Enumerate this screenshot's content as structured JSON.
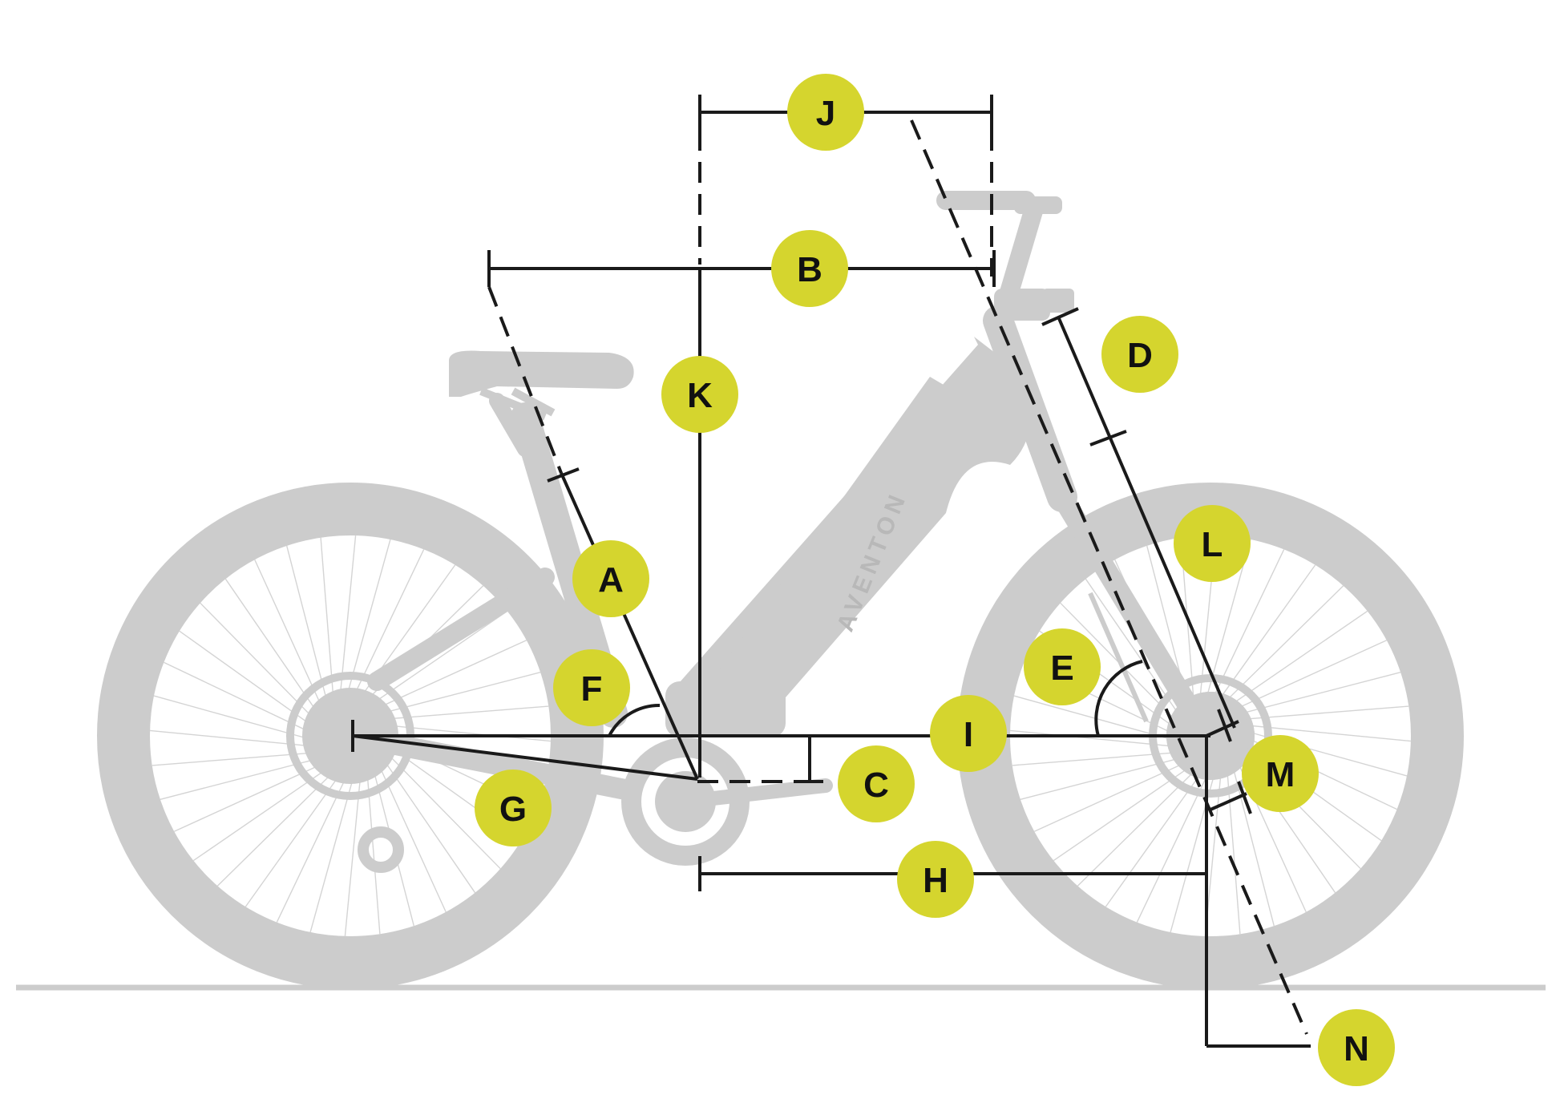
{
  "brand": {
    "logo_text": "AVENTON"
  },
  "colors": {
    "badge": "#d5d52e",
    "bike": "#cccccc",
    "measure_line": "#1a1a1a",
    "ground": "#cccccc"
  },
  "labels": {
    "a": "A",
    "b": "B",
    "c": "C",
    "d": "D",
    "e": "E",
    "f": "F",
    "g": "G",
    "h": "H",
    "i": "I",
    "j": "J",
    "k": "K",
    "l": "L",
    "m": "M",
    "n": "N"
  }
}
